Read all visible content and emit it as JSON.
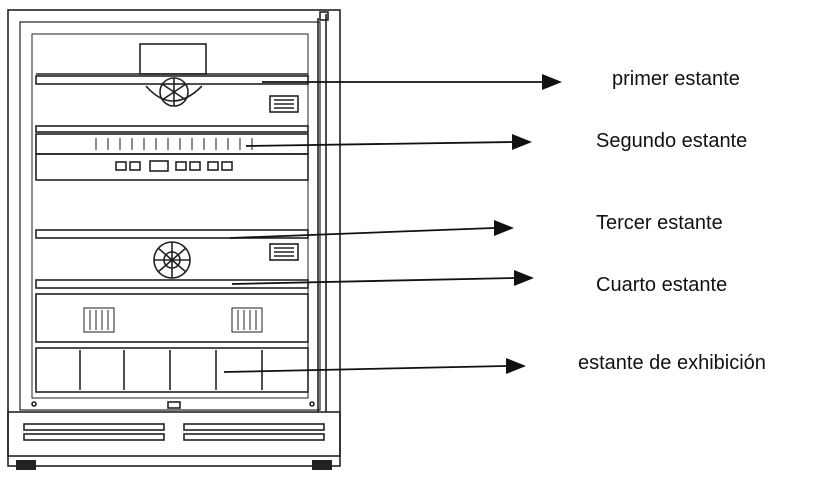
{
  "labels": {
    "shelf_1": "primer estante",
    "shelf_2": "Segundo estante",
    "shelf_3": "Tercer estante",
    "shelf_4": "Cuarto estante",
    "shelf_5": "estante de exhibición"
  },
  "colors": {
    "line": "#222222",
    "arrow": "#111111",
    "background": "#ffffff"
  }
}
